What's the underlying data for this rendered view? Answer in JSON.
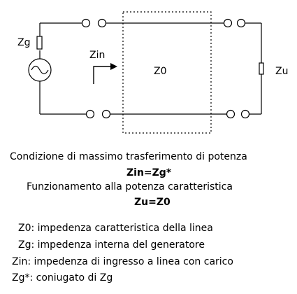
{
  "diagram": {
    "generator_impedance_label": "Zg",
    "input_impedance_label": "Zin",
    "line_impedance_label": "Z0",
    "load_impedance_label": "Zu"
  },
  "text": {
    "condition_title": "Condizione di massimo trasferimento di potenza",
    "condition_formula": "Zin=Zg*",
    "characteristic_title": "Funzionamento alla potenza caratteristica",
    "characteristic_formula": "Zu=Z0"
  },
  "legend": [
    "Z0: impedenza caratteristica della linea",
    "Zg: impedenza interna del generatore",
    "Zin: impedenza di ingresso a linea con carico",
    "Zg*: coniugato di Zg"
  ]
}
